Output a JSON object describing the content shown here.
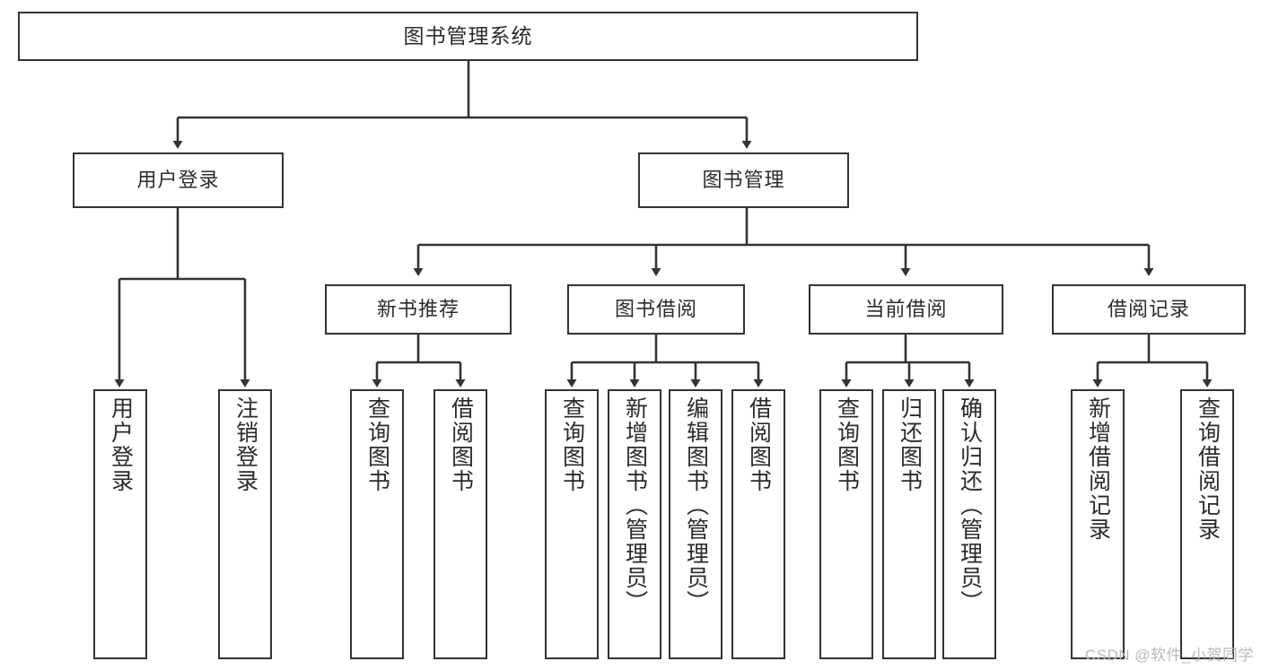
{
  "diagram": {
    "title": "图书管理系统",
    "type": "tree-hierarchy-diagram",
    "colors": {
      "box_border": "#333333",
      "box_fill": "#ffffff",
      "edge": "#333333",
      "text": "#2b2b2b",
      "watermark": "#b9b9b9"
    },
    "root": {
      "label": "图书管理系统"
    },
    "level2": [
      {
        "label": "用户登录"
      },
      {
        "label": "图书管理"
      }
    ],
    "level3": [
      {
        "label": "新书推荐"
      },
      {
        "label": "图书借阅"
      },
      {
        "label": "当前借阅"
      },
      {
        "label": "借阅记录"
      }
    ],
    "leaves": {
      "user_login": [
        {
          "label": "用户登录"
        },
        {
          "label": "注销登录"
        }
      ],
      "new_book_recommend": [
        {
          "label": "查询图书"
        },
        {
          "label": "借阅图书"
        }
      ],
      "book_borrow": [
        {
          "label": "查询图书"
        },
        {
          "label": "新增图书（管理员）"
        },
        {
          "label": "编辑图书（管理员）"
        },
        {
          "label": "借阅图书"
        }
      ],
      "current_borrow": [
        {
          "label": "查询图书"
        },
        {
          "label": "归还图书"
        },
        {
          "label": "确认归还（管理员）"
        }
      ],
      "borrow_record": [
        {
          "label": "新增借阅记录"
        },
        {
          "label": "查询借阅记录"
        }
      ]
    }
  },
  "watermark": {
    "text": "CSDN @软件_小贺同学"
  }
}
